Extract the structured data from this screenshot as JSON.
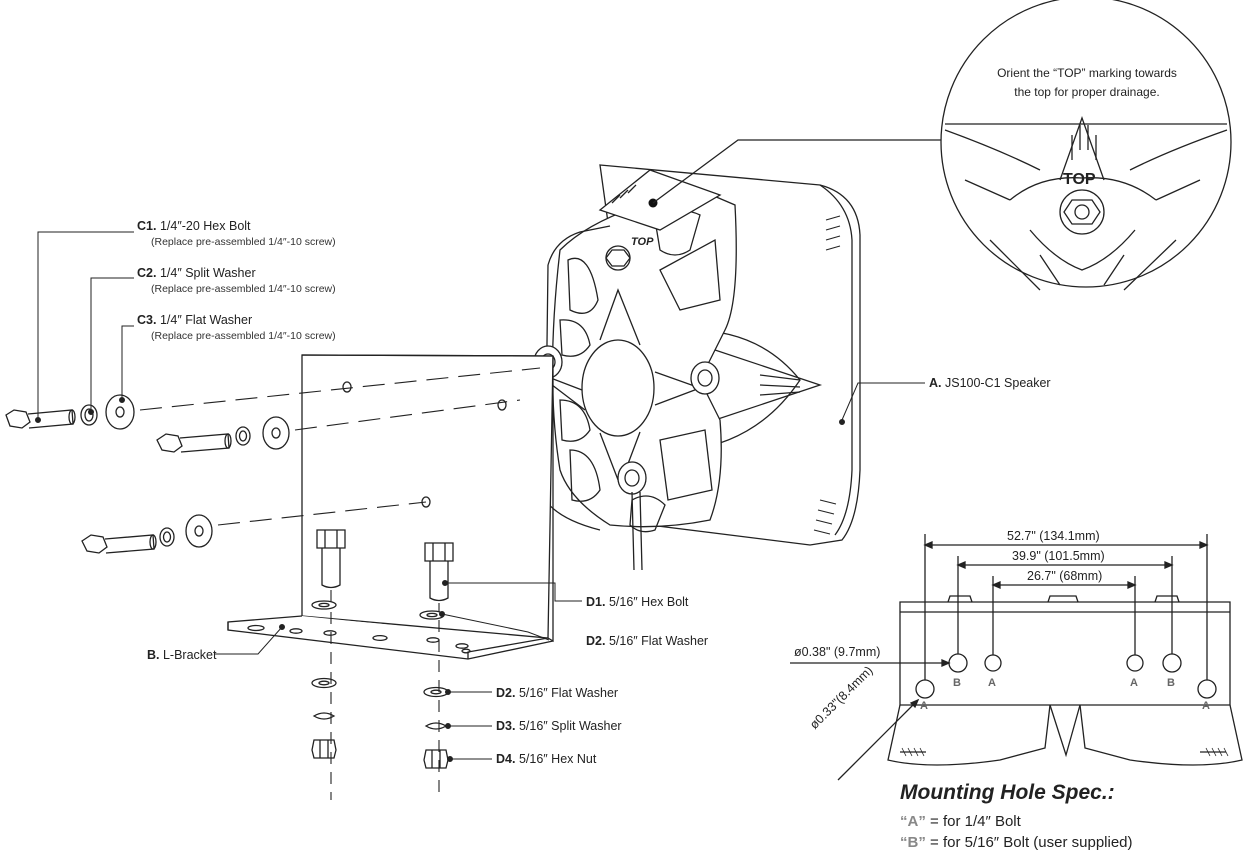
{
  "callout": {
    "line1": "Orient the “TOP” marking towards",
    "line2": "the top for proper drainage.",
    "top_mark": "TOP"
  },
  "speaker": {
    "top_mark": "TOP"
  },
  "parts": {
    "c1": {
      "code": "C1.",
      "name": "1/4″-20 Hex Bolt",
      "note": "(Replace pre-assembled 1/4″-10 screw)"
    },
    "c2": {
      "code": "C2.",
      "name": "1/4″ Split Washer",
      "note": "(Replace pre-assembled 1/4″-10 screw)"
    },
    "c3": {
      "code": "C3.",
      "name": "1/4″ Flat Washer",
      "note": "(Replace pre-assembled 1/4″-10 screw)"
    },
    "a": {
      "code": "A.",
      "name": "JS100-C1 Speaker"
    },
    "b": {
      "code": "B.",
      "name": "L-Bracket"
    },
    "d1": {
      "code": "D1.",
      "name": "5/16″ Hex Bolt"
    },
    "d2a": {
      "code": "D2.",
      "name": "5/16″ Flat Washer"
    },
    "d2b": {
      "code": "D2.",
      "name": "5/16″ Flat Washer"
    },
    "d3": {
      "code": "D3.",
      "name": "5/16″ Split Washer"
    },
    "d4": {
      "code": "D4.",
      "name": "5/16″ Hex Nut"
    }
  },
  "dimensions": {
    "outer": "52.7\" (134.1mm)",
    "middle": "39.9\" (101.5mm)",
    "inner": "26.7\" (68mm)",
    "hole_b": "ø0.38\" (9.7mm)",
    "hole_a": "ø0.33\"(8.4mm)"
  },
  "hole_letters": [
    "A",
    "B",
    "A",
    "A",
    "B",
    "A"
  ],
  "spec": {
    "title": "Mounting Hole Spec.:",
    "a_key": "“A”",
    "a_text": " = for 1/4″ Bolt",
    "b_key": "“B”",
    "b_text": " = for 5/16″ Bolt (user supplied)"
  }
}
